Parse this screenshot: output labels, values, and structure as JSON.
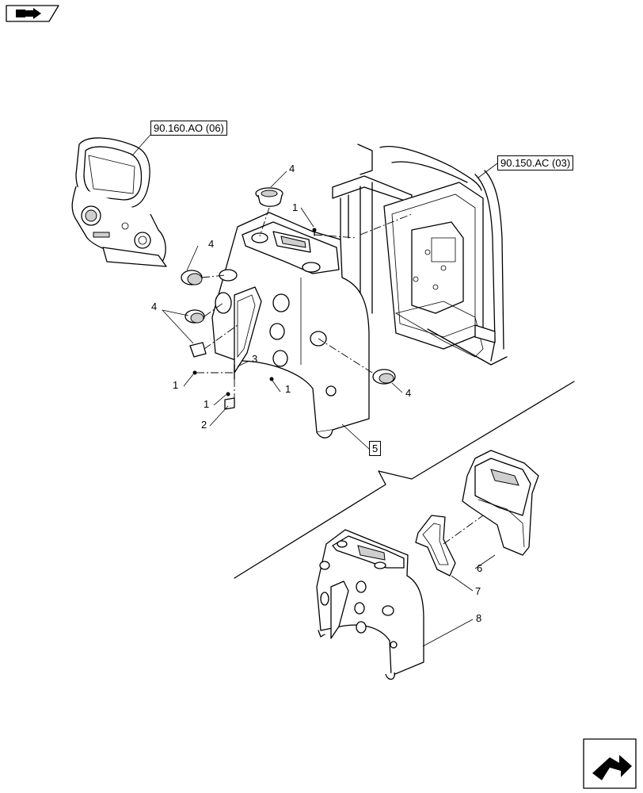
{
  "icons": {
    "top_left": "book-arrow-icon",
    "bottom_right": "next-page-arrow-icon"
  },
  "references": {
    "instrument_cluster": "90.160.AO (06)",
    "cab_frame": "90.150.AC (03)"
  },
  "callouts": [
    {
      "id": "c4a",
      "label": "4"
    },
    {
      "id": "c1a",
      "label": "1"
    },
    {
      "id": "c4b",
      "label": "4"
    },
    {
      "id": "c4c",
      "label": "4"
    },
    {
      "id": "c3",
      "label": "3"
    },
    {
      "id": "c1b",
      "label": "1"
    },
    {
      "id": "c1c",
      "label": "1"
    },
    {
      "id": "c1d",
      "label": "1"
    },
    {
      "id": "c2",
      "label": "2"
    },
    {
      "id": "c4d",
      "label": "4"
    },
    {
      "id": "c5",
      "label": "5"
    },
    {
      "id": "c6",
      "label": "6"
    },
    {
      "id": "c7",
      "label": "7"
    },
    {
      "id": "c8",
      "label": "8"
    }
  ]
}
